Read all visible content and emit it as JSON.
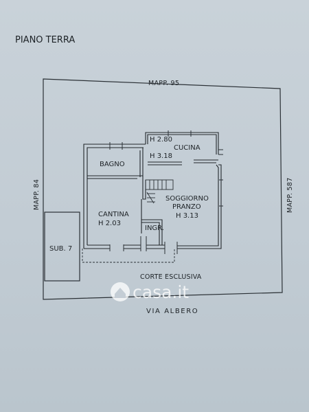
{
  "plan_title": "PIANO TERRA",
  "boundaries": {
    "top": "MAPP. 95",
    "left": "MAPP. 84",
    "right": "MAPP. 587",
    "bottom_street": "VIA ALBERO"
  },
  "yard": "CORTE ESCLUSIVA",
  "rooms": {
    "cucina": {
      "name": "CUCINA",
      "h1": "H 2.80",
      "h2": "H 3.18"
    },
    "bagno": {
      "name": "BAGNO"
    },
    "soggiorno": {
      "line1": "SOGGIORNO",
      "line2": "PRANZO",
      "height": "H 3.13"
    },
    "cantina": {
      "name": "CANTINA",
      "height": "H 2.03"
    },
    "ingresso": {
      "name": "INGR."
    }
  },
  "neighbor": {
    "label": "SUB. 7"
  },
  "watermark": {
    "text": "casa.it",
    "icon": "house-icon"
  },
  "colors": {
    "paper": "#c4cdd5",
    "ink": "#1d2226",
    "watermark": "#ffffff"
  }
}
